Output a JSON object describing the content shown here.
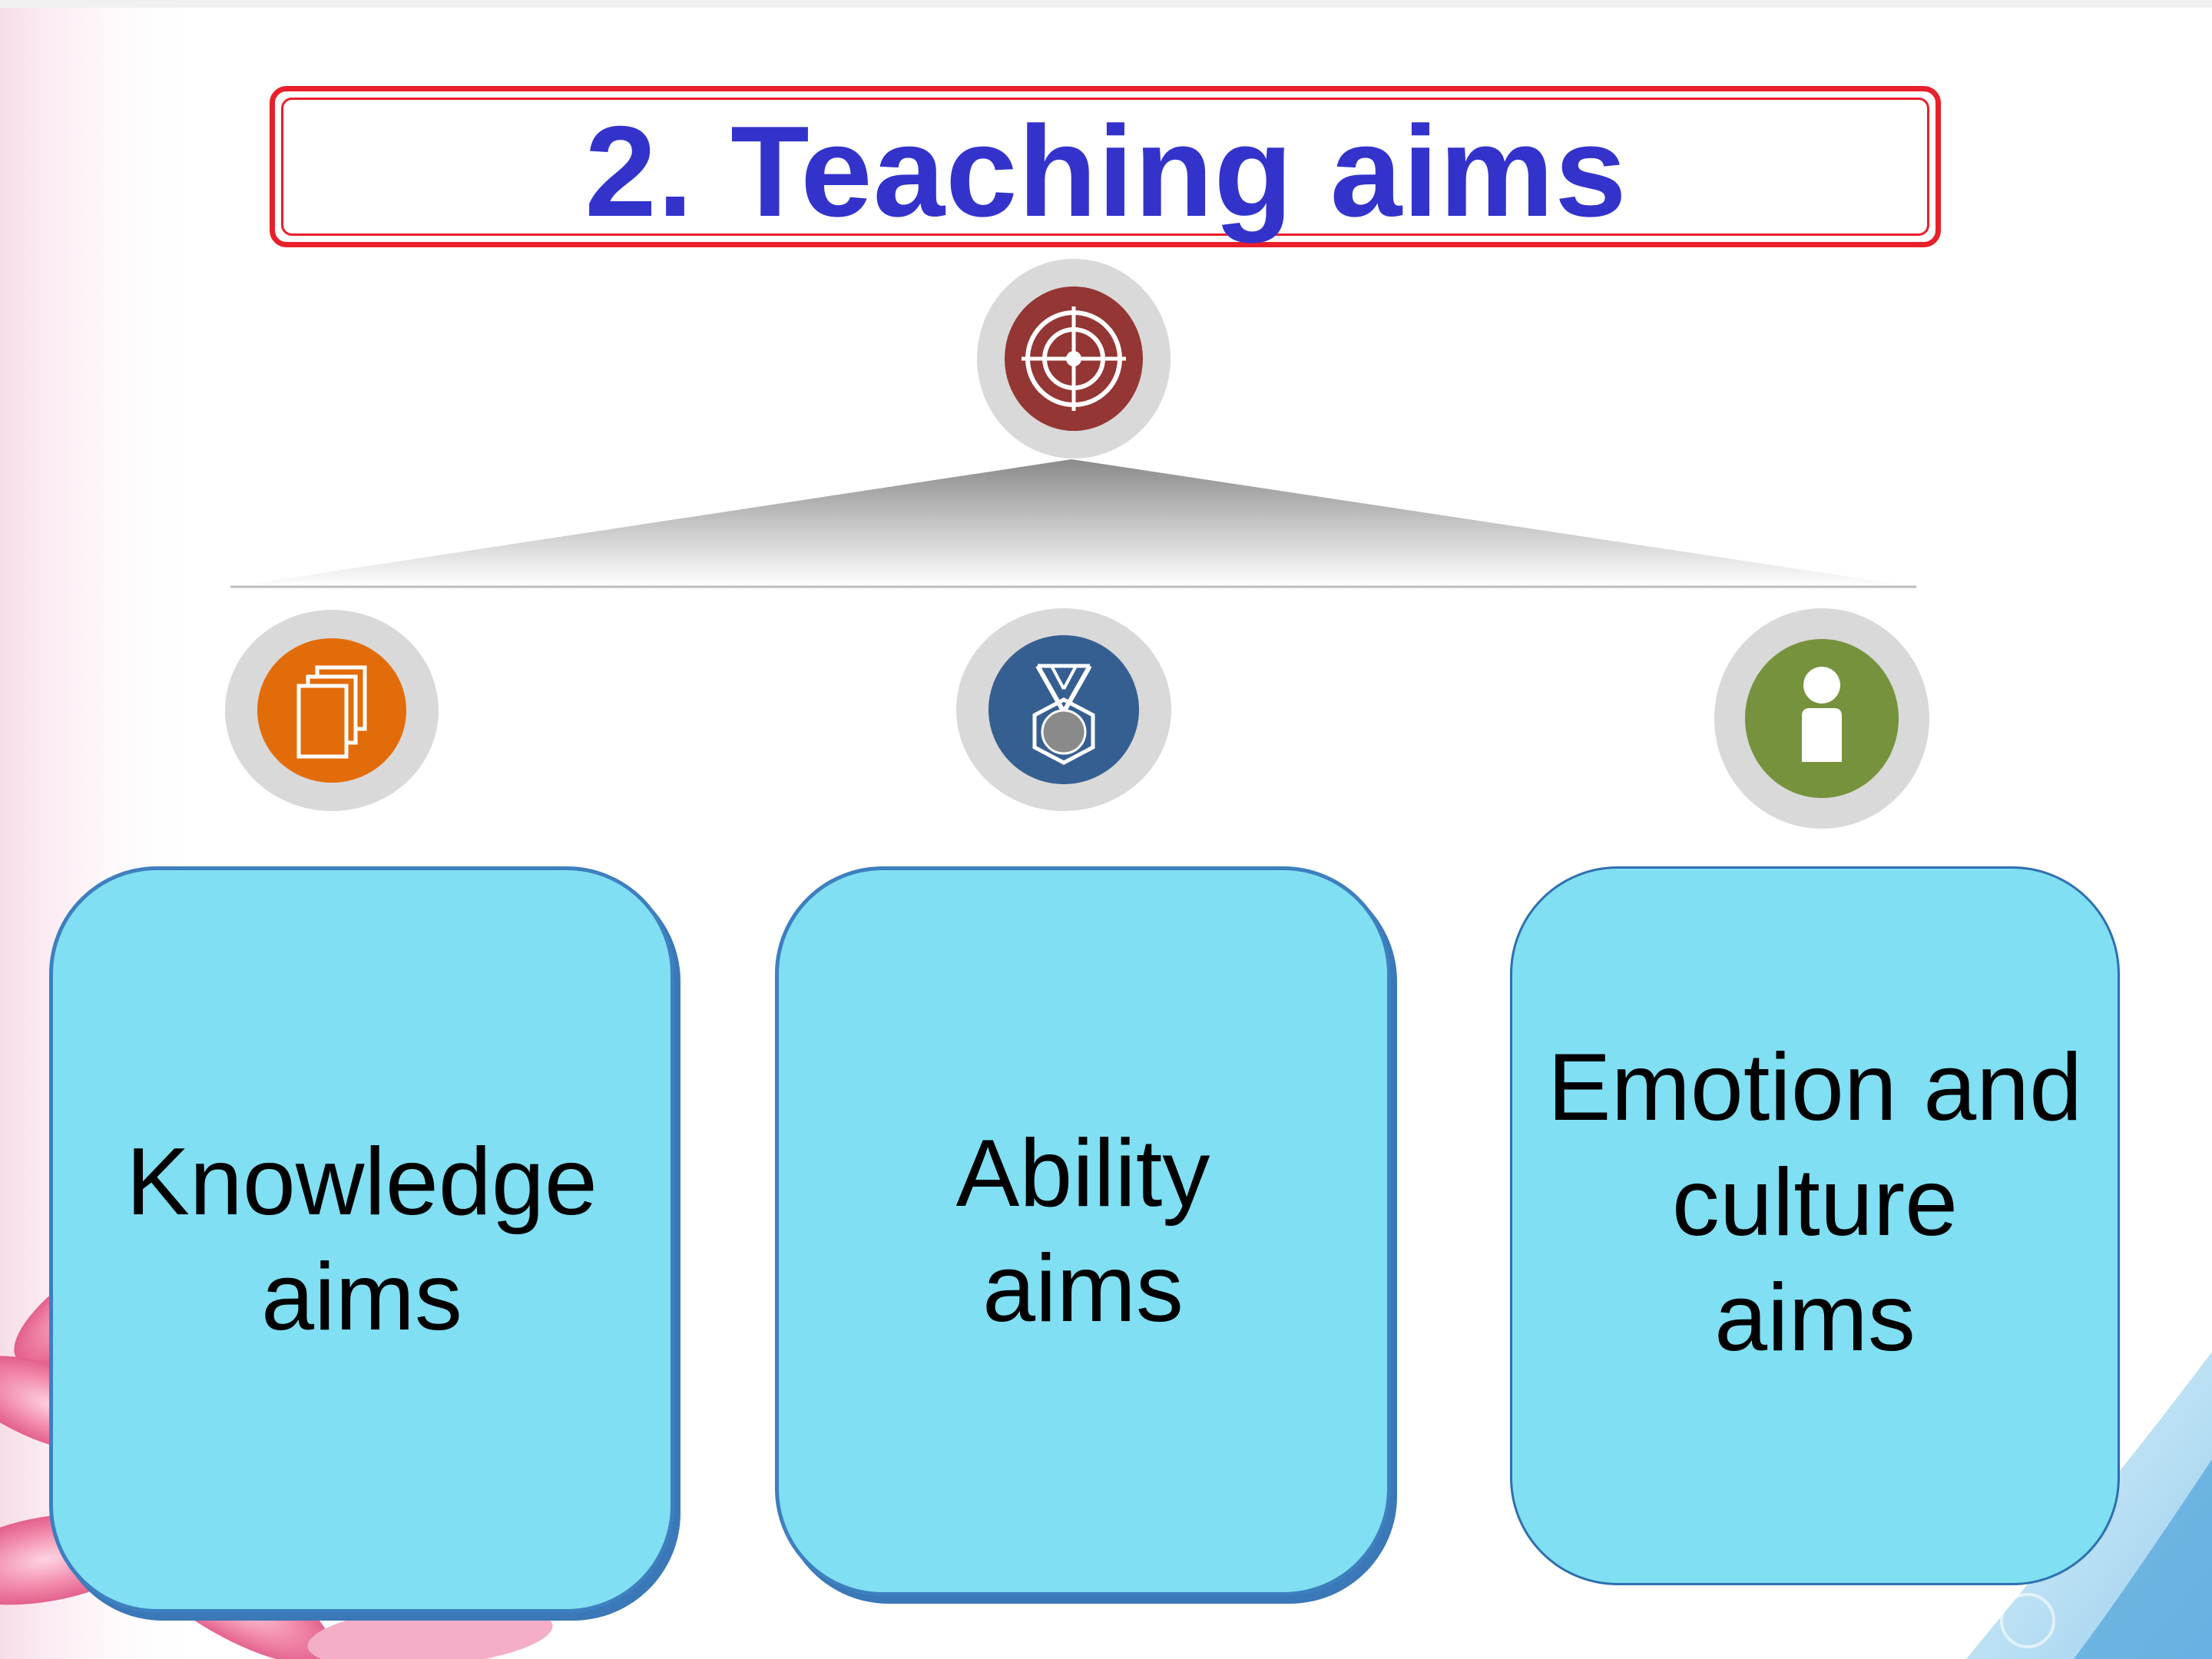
{
  "title": "2. Teaching aims",
  "root_node": {
    "icon": "target-icon",
    "color": "#943634"
  },
  "branches": [
    {
      "icon": "documents-icon",
      "icon_color": "#e36c0a",
      "label": "Knowledge\naims"
    },
    {
      "icon": "medal-icon",
      "icon_color": "#365f91",
      "label": "Ability\naims"
    },
    {
      "icon": "person-info-icon",
      "icon_color": "#76923c",
      "label": "Emotion and\nculture\naims"
    }
  ],
  "colors": {
    "title_text": "#3333cc",
    "title_border": "#e8202a",
    "box_fill": "#80dff2",
    "box_border": "#3d7fbf",
    "icon_ring": "#d9d9d9"
  }
}
